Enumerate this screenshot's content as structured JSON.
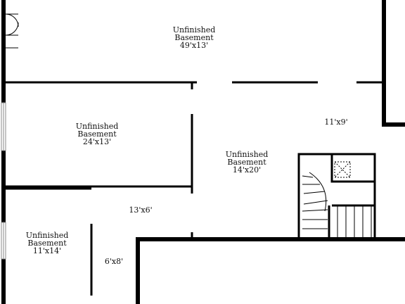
{
  "floorplan": {
    "rooms": {
      "main_basement": {
        "name": "Unfinished",
        "name2": "Basement",
        "dims": "49'x13'"
      },
      "left_basement": {
        "name": "Unfinished",
        "name2": "Basement",
        "dims": "24'x13'"
      },
      "center_basement": {
        "name": "Unfinished",
        "name2": "Basement",
        "dims": "14'x20'"
      },
      "lower_left_basement": {
        "name": "Unfinished",
        "name2": "Basement",
        "dims": "11'x14'"
      },
      "right_area": {
        "dims": "11'x9'"
      },
      "hall": {
        "dims": "13'x6'"
      },
      "small_room": {
        "dims": "6'x8'"
      }
    },
    "colors": {
      "wall": "#000000",
      "window": "#cccccc",
      "background": "#ffffff"
    }
  }
}
